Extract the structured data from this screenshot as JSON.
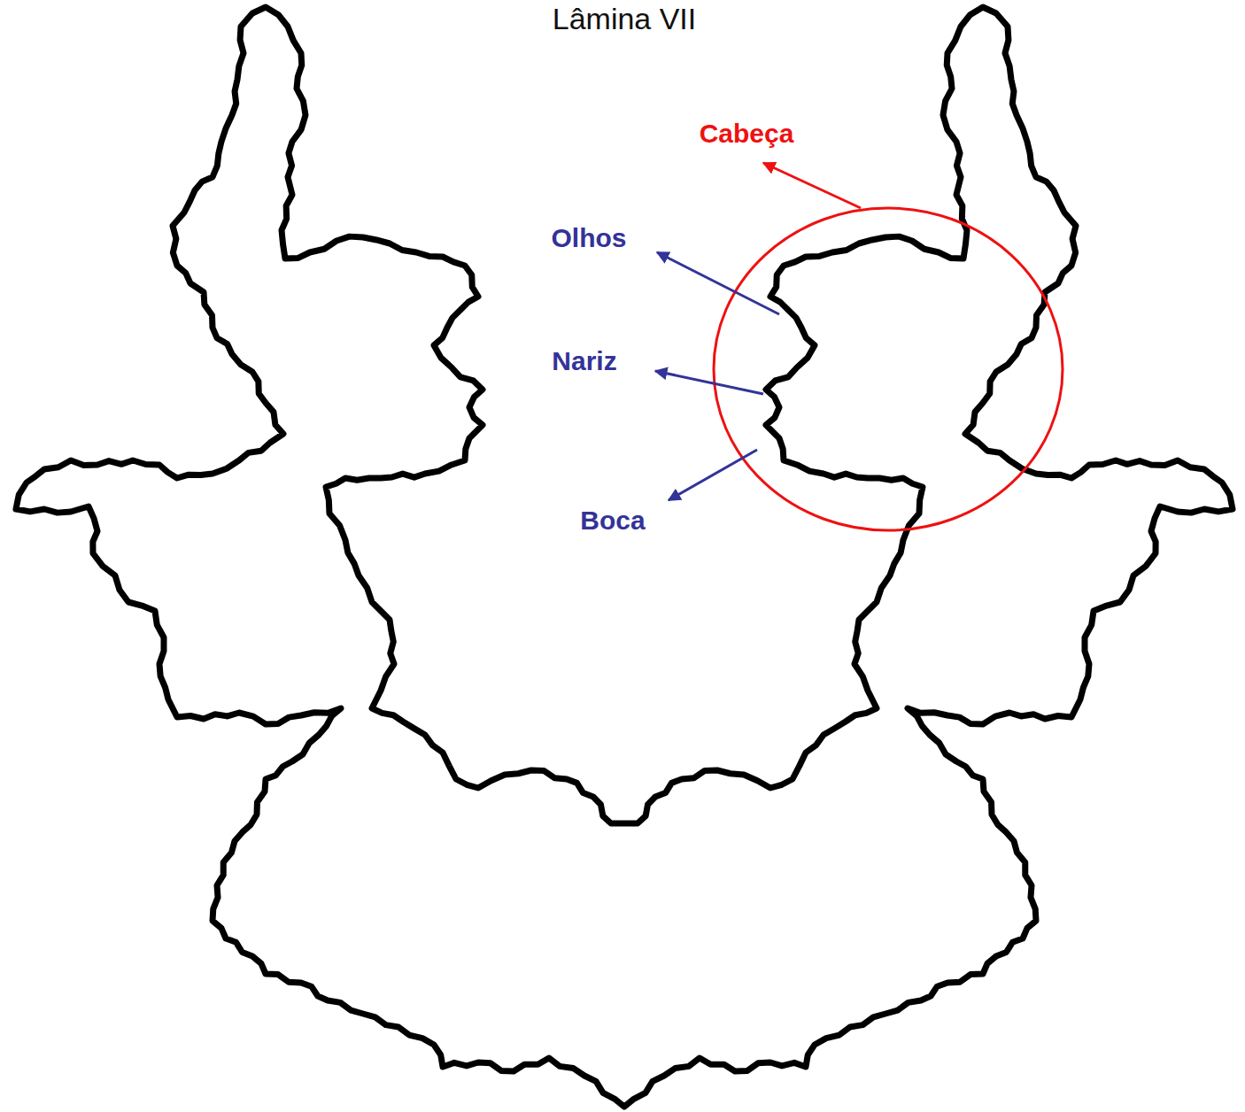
{
  "diagram": {
    "title": "Lâmina VII",
    "labels": [
      "Cabeça",
      "Olhos",
      "Nariz",
      "Boca"
    ]
  }
}
